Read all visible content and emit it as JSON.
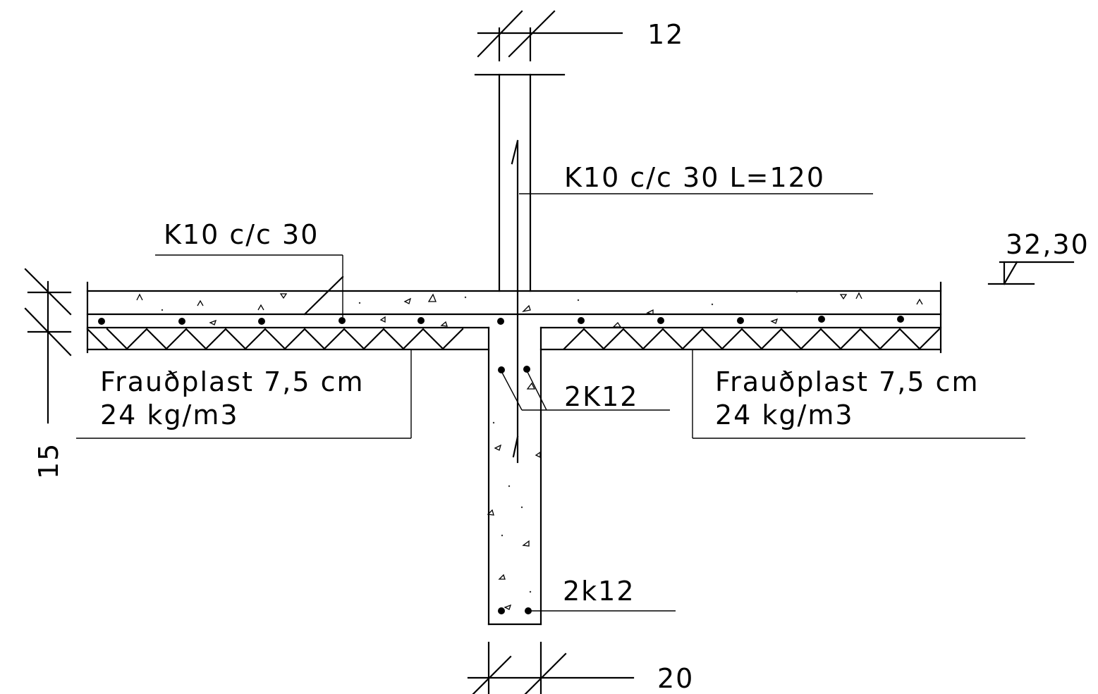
{
  "dimensions": {
    "wall_thickness": "12",
    "beam_width": "20",
    "slab_depth": "15"
  },
  "labels": {
    "wall_rebar": "K10 c/c 30 L=120",
    "slab_rebar": "K10 c/c 30",
    "beam_top_bars": "2K12",
    "beam_bottom_bars": "2k12",
    "elevation": "32,30"
  },
  "insulation_left": {
    "line1": "Frauðplast 7,5 cm",
    "line2": "24 kg/m3"
  },
  "insulation_right": {
    "line1": "Frauðplast 7,5 cm",
    "line2": "24 kg/m3"
  }
}
